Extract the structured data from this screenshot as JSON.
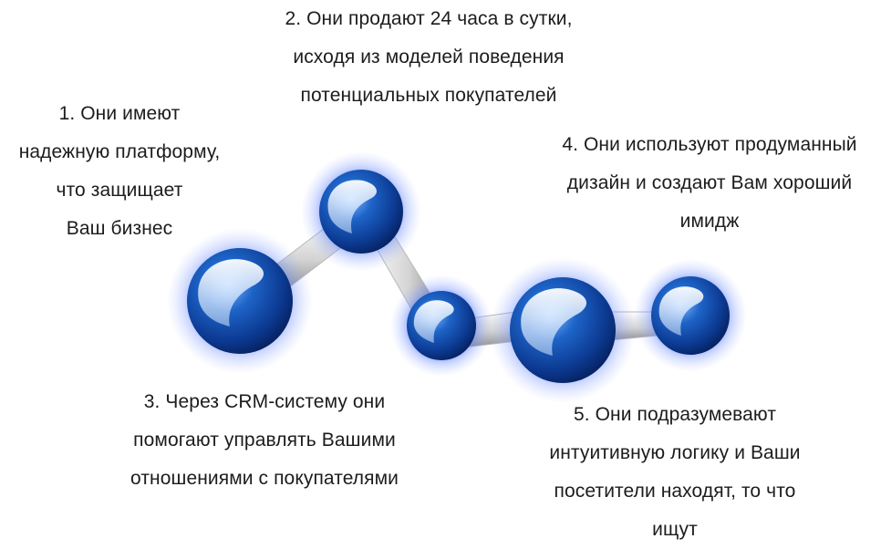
{
  "labels": {
    "item1": {
      "lines": [
        "1. Они имеют",
        "надежную платформу,",
        "что защищает",
        "Ваш бизнес"
      ]
    },
    "item2": {
      "lines": [
        "2. Они продают 24 часа в сутки,",
        "исходя из моделей поведения",
        "потенциальных покупателей"
      ]
    },
    "item3": {
      "lines": [
        "3. Через CRM-систему они",
        "помогают управлять Вашими",
        "отношениями с покупателями"
      ]
    },
    "item4": {
      "lines": [
        "4. Они используют продуманный",
        "дизайн и создают Вам хороший",
        "имидж"
      ]
    },
    "item5": {
      "lines": [
        "5. Они подразумевают",
        "интуитивную логику и Ваши",
        "посетители находят, то что",
        "ищут"
      ]
    }
  },
  "colors": {
    "sphere_dark": "#0a2f7a",
    "sphere_mid": "#1556b8",
    "sphere_light": "#5aa0f0",
    "glow": "#3a6cff",
    "bond_light": "#ffffff",
    "bond_dark": "#9a9a9a"
  }
}
